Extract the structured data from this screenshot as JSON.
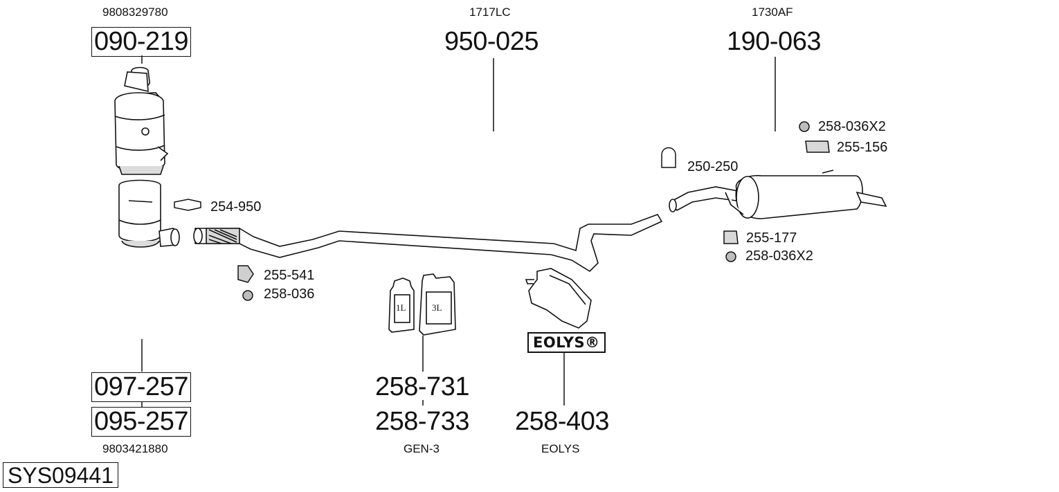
{
  "diagram": {
    "system_id": "SYS09441",
    "part_numbers": {
      "catalyst": "090-219",
      "catalyst_oe": "9808329780",
      "middle_pipe": "950-025",
      "middle_pipe_oe": "1717LC",
      "rear_silencer": "190-063",
      "rear_silencer_oe": "1730AF",
      "dpf_1": "097-257",
      "dpf_2": "095-257",
      "dpf_oe": "9803421880",
      "additive_1": "258-731",
      "additive_2": "258-733",
      "additive_note": "GEN-3",
      "additive_tank": "258-403",
      "additive_tank_note": "EOLYS"
    },
    "fittings": {
      "clamp_front": "254-950",
      "mount_front": "255-541",
      "nut_front": "258-036",
      "clamp_rear": "250-250",
      "nut_rear_top": "258-036X2",
      "mount_rear_top": "255-156",
      "mount_rear_bottom": "255-177",
      "nut_rear_bottom": "258-036X2"
    },
    "bottle_labels": {
      "small": "1L",
      "large": "3L"
    },
    "logo_text": "EOLYS®"
  }
}
